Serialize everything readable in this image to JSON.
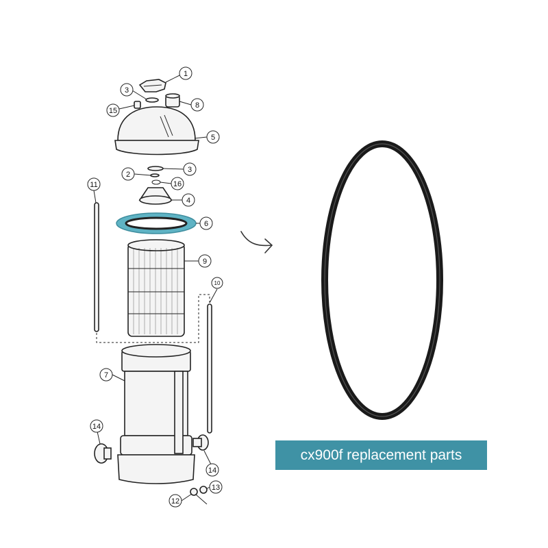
{
  "banner": {
    "text": "cx900f replacement parts",
    "background": "#3f92a5",
    "text_color": "#ffffff"
  },
  "highlight_color": "#5fb3c4",
  "callouts": {
    "c1": "1",
    "c2": "2",
    "c3a": "3",
    "c3b": "3",
    "c4": "4",
    "c5": "5",
    "c6": "6",
    "c7": "7",
    "c8": "8",
    "c9": "9",
    "c10": "10",
    "c11": "11",
    "c12": "12",
    "c13": "13",
    "c14a": "14",
    "c14b": "14",
    "c15": "15",
    "c16": "16"
  },
  "icons": {
    "arrow": "curved-arrow-right-icon"
  }
}
